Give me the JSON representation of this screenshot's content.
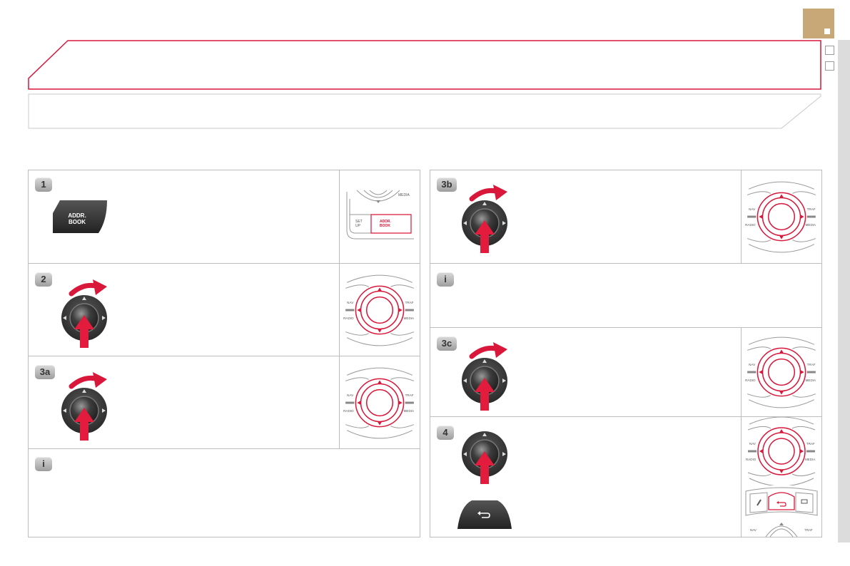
{
  "steps": {
    "s1": {
      "badge": "1",
      "button_line1": "ADDR.",
      "button_line2": "BOOK"
    },
    "s2": {
      "badge": "2"
    },
    "s3a": {
      "badge": "3a"
    },
    "info_left": {
      "badge": "i"
    },
    "s3b": {
      "badge": "3b"
    },
    "info_right": {
      "badge": "i"
    },
    "s3c": {
      "badge": "3c"
    },
    "s4": {
      "badge": "4"
    }
  },
  "thumb_labels": {
    "media": "MEDIA",
    "set": "SET",
    "up": "UP",
    "addr": "ADDR.",
    "book": "BOOK",
    "nav": "NAV",
    "traf": "TRAF",
    "radio": "RADIO",
    "media2": "MEDIA"
  },
  "colors": {
    "accent_red": "#d9173a",
    "tab_gold": "#c9a877",
    "panel_border": "#bdbdbd"
  }
}
